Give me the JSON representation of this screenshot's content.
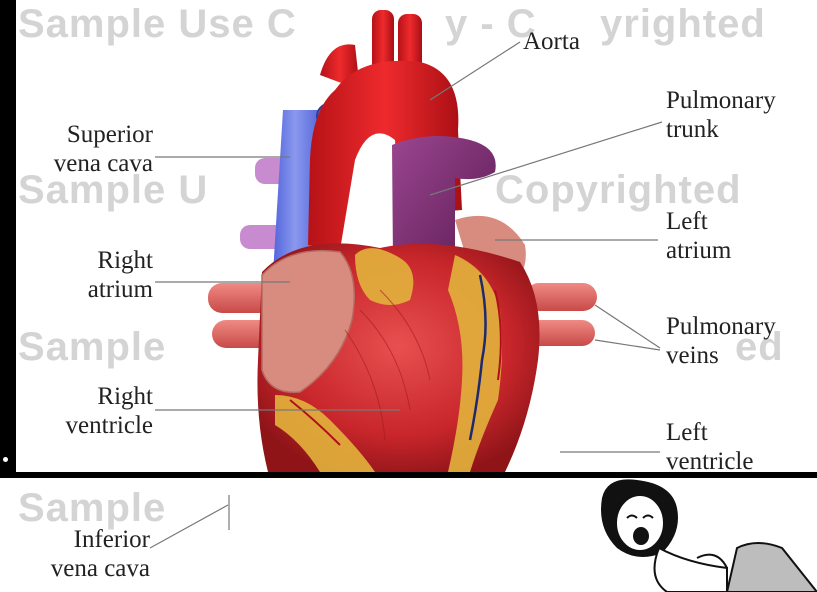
{
  "watermark": {
    "text_full": "Sample Use Only - Copyrighted",
    "row1_a": "Sample Use C",
    "row1_b": "y - C",
    "row1_c": "yrighted",
    "row2_a": "Sample U",
    "row2_b": "Copyrighted",
    "row3_a": "Sample",
    "row3_b": "ed",
    "row4_a": "Sample"
  },
  "labels": {
    "aorta": "Aorta",
    "pulmonary_trunk": [
      "Pulmonary",
      "trunk"
    ],
    "superior_vena_cava": [
      "Superior",
      "vena cava"
    ],
    "left_atrium": [
      "Left",
      "atrium"
    ],
    "right_atrium": [
      "Right",
      "atrium"
    ],
    "pulmonary_veins": [
      "Pulmonary",
      "veins"
    ],
    "right_ventricle": [
      "Right",
      "ventricle"
    ],
    "left_ventricle": [
      "Left",
      "ventricle"
    ],
    "inferior_vena_cava": [
      "Inferior",
      "vena cava"
    ]
  },
  "colors": {
    "heart_muscle": "#c8262b",
    "vena_cava": "#6f7fe0",
    "pulmonary_trunk": "#7a2a6e",
    "fat": "#e2b33c",
    "atrium": "#d88c80",
    "pulmonary_vessels": "#e06a66",
    "watermark": "#d4d4d4"
  },
  "icons": {
    "cartoon": "screaming-woman-cartoon"
  }
}
